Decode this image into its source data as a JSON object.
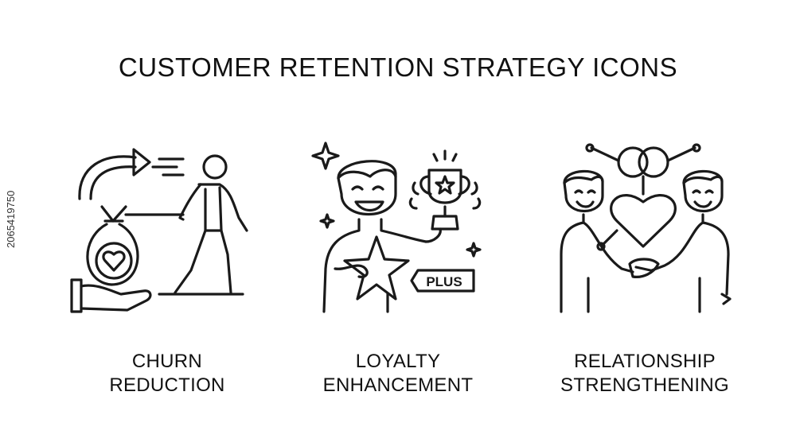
{
  "title": "CUSTOMER RETENTION STRATEGY ICONS",
  "stock_id": "206541975​0",
  "icons": [
    {
      "icon": "churn-reduction-icon",
      "caption_line1": "CHURN",
      "caption_line2": "REDUCTION"
    },
    {
      "icon": "loyalty-enhancement-icon",
      "caption_line1": "LOYALTY",
      "caption_line2": "ENHANCEMENT",
      "badge": "PLUS"
    },
    {
      "icon": "relationship-strengthening-icon",
      "caption_line1": "RELATIONSHIP",
      "caption_line2": "STRENGTHENING"
    }
  ],
  "colors": {
    "ink": "#1a1a1a",
    "background": "#ffffff"
  }
}
